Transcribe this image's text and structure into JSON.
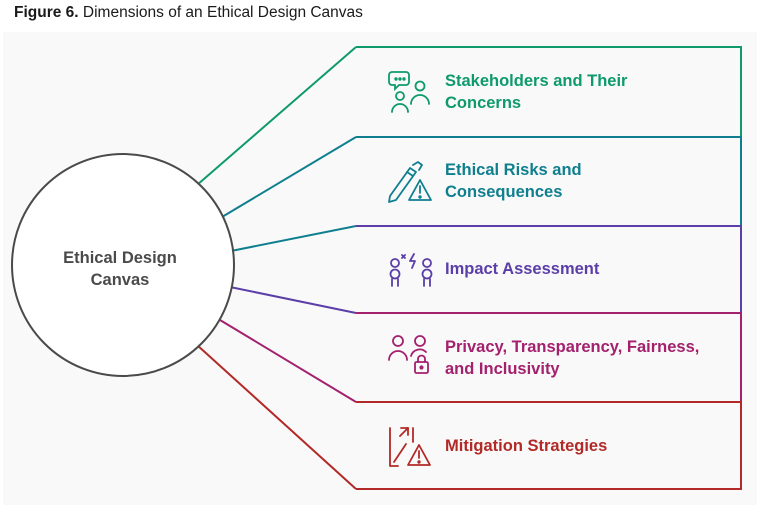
{
  "caption": {
    "prefix": "Figure 6.",
    "title": "Dimensions of an Ethical Design Canvas"
  },
  "center": {
    "line1": "Ethical Design",
    "line2": "Canvas"
  },
  "items": [
    {
      "line1": "Stakeholders and Their",
      "line2": "Concerns",
      "color": "#0e9a6d",
      "icon": "stakeholders-icon"
    },
    {
      "line1": "Ethical Risks and",
      "line2": "Consequences",
      "color": "#0f7f8f",
      "icon": "risk-icon"
    },
    {
      "line1": "Impact Assessment",
      "line2": "",
      "color": "#5b3ea8",
      "icon": "impact-icon"
    },
    {
      "line1": "Privacy, Transparency, Fairness,",
      "line2": "and Inclusivity",
      "color": "#a3216d",
      "icon": "privacy-icon"
    },
    {
      "line1": "Mitigation Strategies",
      "line2": "",
      "color": "#b22a27",
      "icon": "mitigation-icon"
    }
  ]
}
